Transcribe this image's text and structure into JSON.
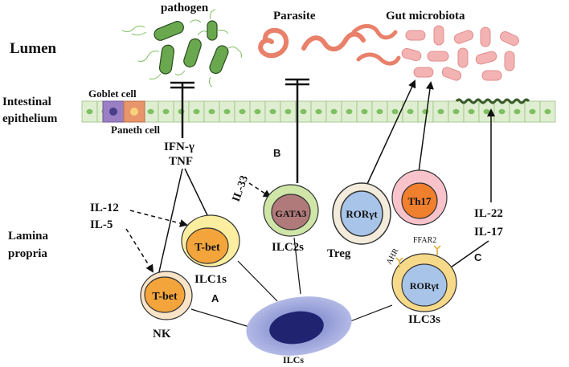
{
  "regions": {
    "lumen": "Lumen",
    "epithelium_line1": "Intestinal",
    "epithelium_line2": "epithelium",
    "lamina_line1": "Lamina",
    "lamina_line2": "propria"
  },
  "lumen_agents": {
    "pathogen": "pathogen",
    "parasite": "Parasite",
    "microbiota": "Gut microbiota"
  },
  "epithelial_cells": {
    "goblet": "Goblet cell",
    "paneth": "Paneth cell"
  },
  "cytokines": {
    "ifn": "IFN-γ",
    "tnf": "TNF",
    "il12": "IL-12",
    "il5": "IL-5",
    "il33": "IL-33",
    "il22": "IL-22",
    "il17": "IL-17"
  },
  "cells": {
    "nk_marker": "T-bet",
    "nk_label": "NK",
    "ilc1_marker": "T-bet",
    "ilc1_label": "ILC1s",
    "ilc2_marker": "GATA3",
    "ilc2_label": "ILC2s",
    "treg_marker": "RORγt",
    "treg_label": "Treg",
    "th17_marker": "Th17",
    "ilc3_marker": "RORγt",
    "ilc3_label": "ILC3s",
    "ilc_label": "ILCs"
  },
  "receptors": {
    "ahr": "AHR",
    "ffar2": "FFAR2"
  },
  "panels": {
    "a": "A",
    "b": "B",
    "c": "C"
  },
  "colors": {
    "epithelium": "#dfeed0",
    "epithelium_nucleus": "#7fbf63",
    "goblet": "#9a7fc4",
    "paneth": "#e8956b",
    "pathogen": "#6aa84f",
    "parasite": "#e8806a",
    "microbiota": "#f4b3b3",
    "tbet": "#f3a53c",
    "gata3": "#b07a7a",
    "rorgt": "#a8c4e8",
    "th17": "#f07f2e",
    "ilc": "#8e98d4",
    "ilc_nucleus": "#1f2370"
  }
}
